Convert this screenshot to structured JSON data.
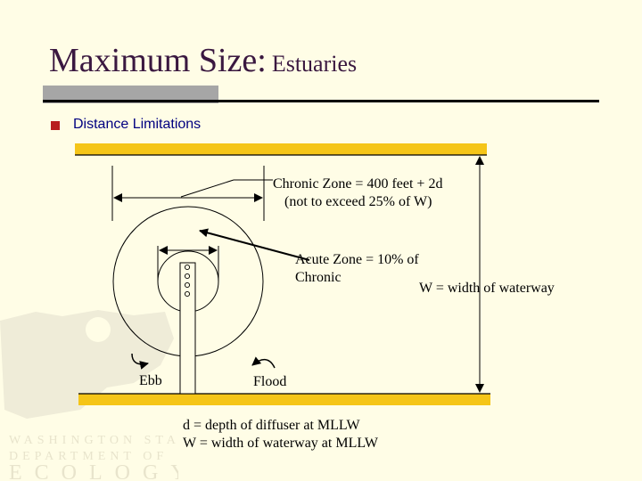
{
  "title": {
    "main": "Maximum Size:",
    "sub": "Estuaries"
  },
  "bullet": {
    "text": "Distance Limitations"
  },
  "diagram": {
    "chronic_label_line1": "Chronic Zone = 400 feet + 2d",
    "chronic_label_line2": "(not to exceed 25% of W)",
    "acute_label_line1": "Acute Zone = 10% of",
    "acute_label_line2": "Chronic",
    "width_label": "W = width of waterway",
    "ebb_label": "Ebb",
    "flood_label": "Flood",
    "footnote_line1": "d = depth of diffuser at MLLW",
    "footnote_line2": "W = width of waterway at MLLW"
  },
  "watermark": {
    "line1": "WASHINGTON STATE",
    "line2": "DEPARTMENT OF",
    "line3": "ECOLOGY"
  },
  "colors": {
    "background": "#fffde6",
    "title": "#3a1840",
    "bullet": "#b81f1f",
    "bullet_text": "#000080",
    "shore": "#f5c518",
    "watermark": "#ece9d6"
  }
}
